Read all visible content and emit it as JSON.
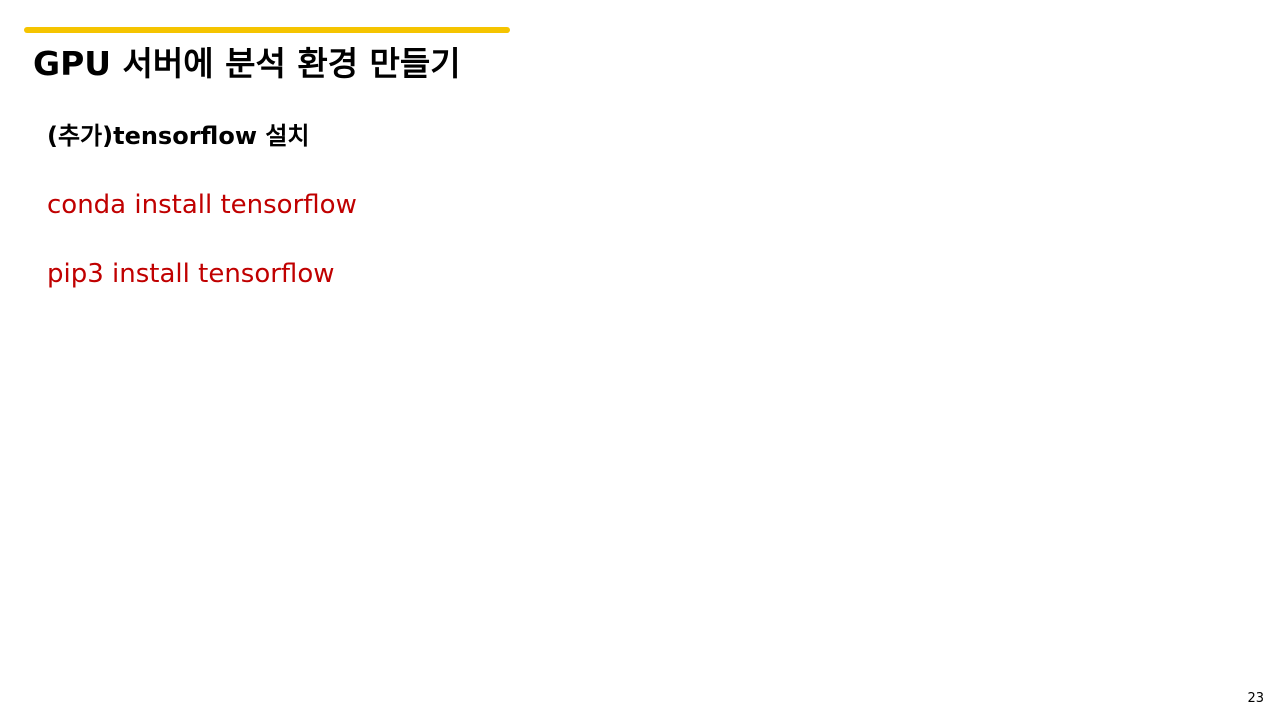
{
  "slide": {
    "title": "GPU 서버에 분석 환경 만들기",
    "section_heading": "(추가)tensorflow 설치",
    "commands": [
      "conda install tensorflow",
      "pip3 install tensorflow"
    ],
    "page_number": "23"
  },
  "colors": {
    "accent_bar": "#f5c400",
    "command_text": "#c00000",
    "text": "#000000",
    "background": "#ffffff"
  }
}
